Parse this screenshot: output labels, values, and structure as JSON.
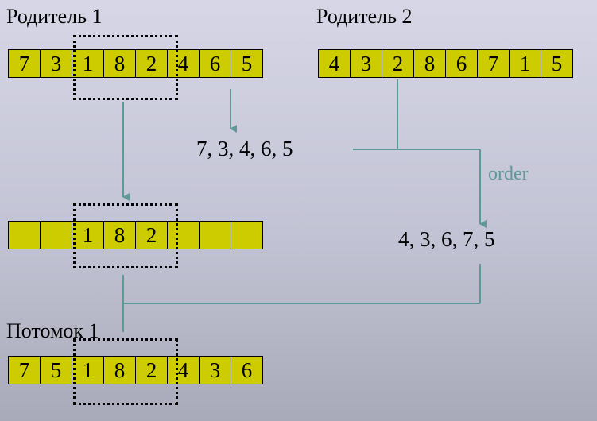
{
  "parent1": {
    "label": "Родитель 1",
    "cells": [
      "7",
      "3",
      "1",
      "8",
      "2",
      "4",
      "6",
      "5"
    ]
  },
  "parent2": {
    "label": "Родитель 2",
    "cells": [
      "4",
      "3",
      "2",
      "8",
      "6",
      "7",
      "1",
      "5"
    ]
  },
  "partial": {
    "cells": [
      "",
      "",
      "1",
      "8",
      "2",
      "",
      "",
      ""
    ]
  },
  "offspring": {
    "label": "Потомок 1",
    "cells": [
      "7",
      "5",
      "1",
      "8",
      "2",
      "4",
      "3",
      "6"
    ]
  },
  "remaining_sequence": "7, 3, 4, 6, 5",
  "ordered_sequence": "4, 3, 6, 7, 5",
  "order_label": "order",
  "colors": {
    "cell_fill": "#cccc00",
    "arrow": "#5f9898",
    "background": "#c8c8d8"
  }
}
